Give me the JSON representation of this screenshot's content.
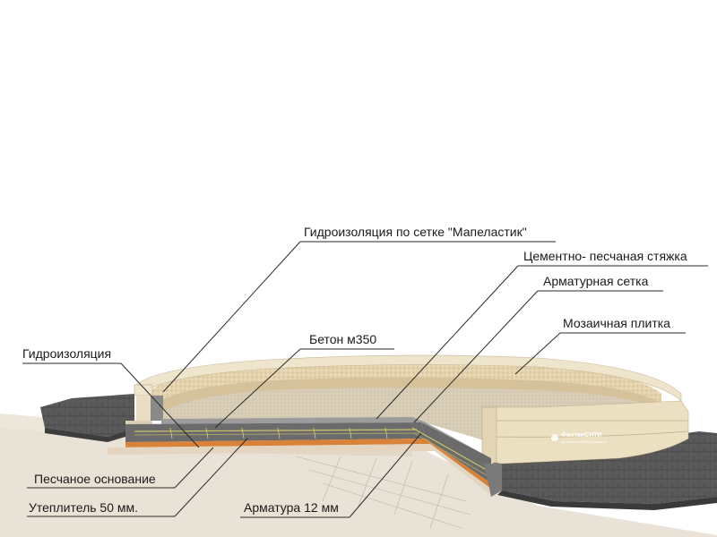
{
  "labels": {
    "waterproofing_mesh": "Гидроизоляция по сетке \"Мапеластик\"",
    "screed": "Цементно- песчаная стяжка",
    "rebar_mesh": "Арматурная сетка",
    "mosaic_tile": "Мозаичная плитка",
    "concrete": "Бетон м350",
    "waterproofing": "Гидроизоляция",
    "sand_base": "Песчаное основание",
    "insulation": "Утеплитель 50 мм.",
    "rebar": "Арматура 12 мм"
  },
  "logo": {
    "text": "ФонтанСИТИ",
    "tagline": "фонтаны любой сложности"
  },
  "colors": {
    "paving": "#595959",
    "stone": "#e8dcc0",
    "concrete": "#6e6e6e",
    "insulation": "#d9823a",
    "sand": "#e3d5bf",
    "ground": "#e9e2d6"
  }
}
